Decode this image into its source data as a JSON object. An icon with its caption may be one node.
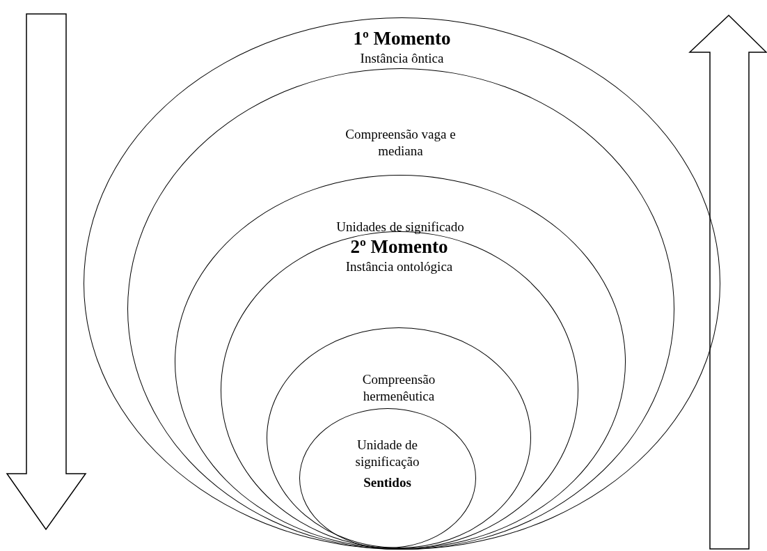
{
  "diagram": {
    "nodes": [
      {
        "text": [
          "1º Momento",
          "Instância ôntica"
        ]
      },
      {
        "text": [
          "Compreensão vaga e mediana"
        ],
        "in": 0
      },
      {
        "text": [
          "Unidades de significado"
        ],
        "in": 1
      },
      {
        "text": [
          "2º Momento",
          "Instância ontológica"
        ],
        "in": 2
      },
      {
        "text": [
          "Compreensão hermenêutica"
        ],
        "in": 3
      },
      {
        "text": [
          "Unidade de significação",
          "Sentidos"
        ],
        "in": 4
      }
    ]
  }
}
